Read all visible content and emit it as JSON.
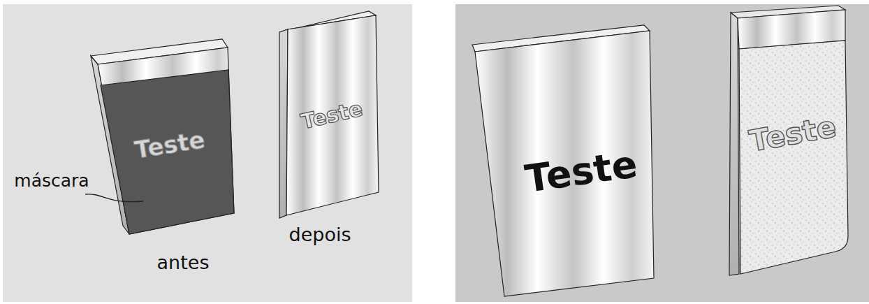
{
  "diagram": {
    "labels": [
      "Teste",
      "máscara",
      "antes",
      "depois",
      "Teste",
      "Teste",
      "Teste"
    ]
  }
}
